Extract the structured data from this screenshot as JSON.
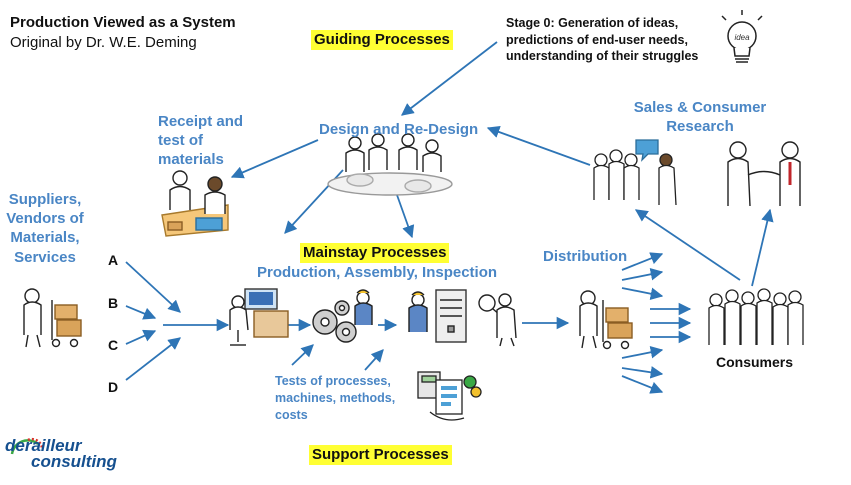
{
  "title": "Production Viewed as a System",
  "subtitle": "Original by Dr. W.E. Deming",
  "headers": {
    "guiding": "Guiding Processes",
    "mainstay": "Mainstay Processes",
    "support": "Support Processes"
  },
  "stage0": {
    "line1": "Stage 0: Generation of ideas,",
    "line2": "predictions of end-user needs,",
    "line3": "understanding of their struggles"
  },
  "idea_bulb_text": "idea",
  "labels": {
    "design": "Design and Re-Design",
    "receipt_l1": "Receipt and",
    "receipt_l2": "test of",
    "receipt_l3": "materials",
    "suppliers_l1": "Suppliers,",
    "suppliers_l2": "Vendors of",
    "suppliers_l3": "Materials,",
    "suppliers_l4": "Services",
    "production": "Production, Assembly, Inspection",
    "distribution": "Distribution",
    "sales_l1": "Sales & Consumer",
    "sales_l2": "Research",
    "consumers": "Consumers",
    "tests_l1": "Tests of processes,",
    "tests_l2": "machines, methods,",
    "tests_l3": "costs"
  },
  "supplier_inputs": [
    "A",
    "B",
    "C",
    "D"
  ],
  "brand": {
    "line1": "derailleur",
    "line2": "consulting"
  },
  "colors": {
    "highlight": "#ffff33",
    "label_blue": "#4a86c5",
    "arrow": "#2e75b6",
    "brand": "#16508f",
    "brand_accent_green": "#3aa845",
    "brand_accent_red": "#d9342b"
  }
}
